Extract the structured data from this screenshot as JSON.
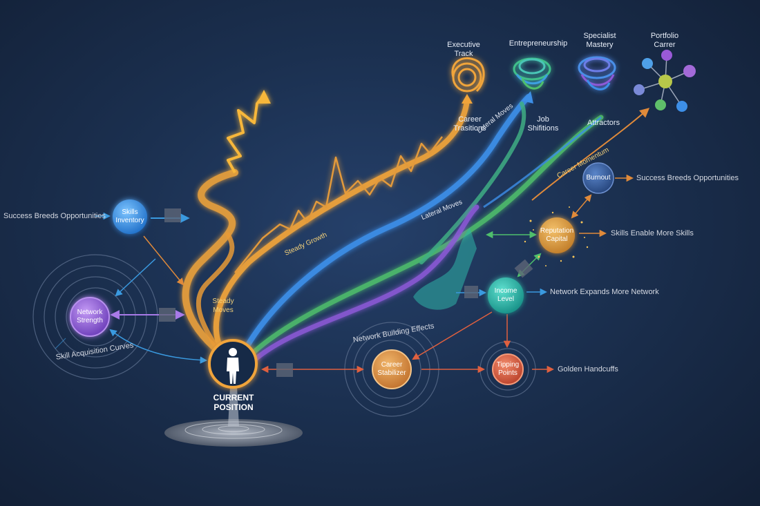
{
  "colors": {
    "orange": "#f0a43a",
    "blue": "#3d8fe8",
    "green": "#4fbf6c",
    "purple": "#8d5ad8",
    "teal": "#2fb5a8",
    "coral": "#e0603f",
    "arrow_blue": "#3a9ae0",
    "arrow_orange": "#e08a3a",
    "background": "#1b3050"
  },
  "icons": {
    "person": "person-icon"
  },
  "destinations": {
    "executive": "Executive\nTrack",
    "entrepreneurship": "Entrepreneurship",
    "specialist": "Specialist\nMastery",
    "portfolio": "Portfolio\nCarrer"
  },
  "path_labels": {
    "career_transitions": "Career\nTrasitions",
    "lateral_moves_top": "Lateral Moves",
    "job_shifts": "Job\nShifitions",
    "attractors": "Attractors",
    "career_momentum": "Career Momentum",
    "lateral_moves_mid": "Lateral Moves",
    "steady_growth": "Steady Growth",
    "steady_moves": "Steady\nMoves"
  },
  "nodes": {
    "skills_inventory": "Skills\nInventory",
    "network_strength": "Network\nStrength",
    "current_position": "CURRENT\nPOSITION",
    "burnout": "Burnout",
    "reputation_capital": "Reputation\nCapital",
    "income_level": "Income\nLevel",
    "career_stabilizer": "Career\nStabilizer",
    "tipping_points": "Tipping\nPoints"
  },
  "side_labels": {
    "success_left": "Success Breeds Opportunities",
    "skill_acquisition": "Skill Acquisition Curves",
    "network_building": "Network Building Effects",
    "success_right": "Success Breeds Opportunities",
    "skills_more_skills": "Skills Enable More Skills",
    "network_expands": "Network Expands More Network",
    "golden_handcuffs": "Golden Handcuffs"
  }
}
